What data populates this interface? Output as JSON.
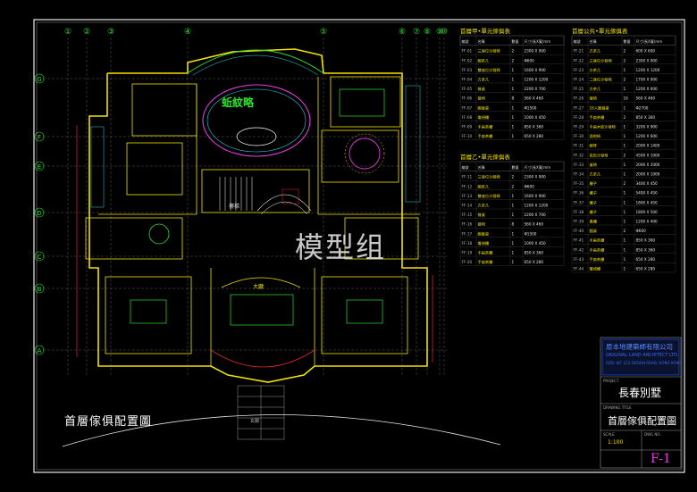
{
  "watermark": "模型组",
  "plan": {
    "title": "首層傢俱配置圖",
    "room_labels": {
      "pool": "蚯紋略",
      "stair": "樓梯",
      "hall": "大廳",
      "entrance": "玄關"
    },
    "col_markers": [
      "①",
      "②",
      "③",
      "④",
      "⑤",
      "⑥",
      "⑦",
      "⑧",
      "⑨",
      "⑩"
    ],
    "row_markers": [
      "G",
      "F",
      "E",
      "D",
      "C",
      "B",
      "A"
    ]
  },
  "tables": {
    "left_top_title": "首層甲•單元傢俱表",
    "left_bottom_title": "首層乙•單元傢俱表",
    "right_title": "首層公共•單元傢俱表",
    "header": [
      "編號",
      "名稱",
      "數量",
      "尺寸(長X寬)mm"
    ],
    "left_top_rows": [
      [
        "FF-01",
        "三座位沙發椅",
        "2",
        "2300 X 900"
      ],
      [
        "FF-02",
        "圓茶几",
        "2",
        "Φ600"
      ],
      [
        "FF-03",
        "雙座位沙發椅",
        "1",
        "1600 X 900"
      ],
      [
        "FF-04",
        "方茶几",
        "1",
        "1200 X 1200"
      ],
      [
        "FF-05",
        "餐桌",
        "1",
        "2200 X 700"
      ],
      [
        "FF-06",
        "餐椅",
        "8",
        "560 X 460"
      ],
      [
        "FF-07",
        "圓餐桌",
        "1",
        "Φ1500"
      ],
      [
        "FF-08",
        "電視櫃",
        "1",
        "1000 X 450"
      ],
      [
        "FF-09",
        "手扁茶櫃",
        "1",
        "850 X 360"
      ],
      [
        "FF-10",
        "手扁茶櫃",
        "1",
        "650 X 280"
      ]
    ],
    "left_bottom_rows": [
      [
        "FF-11",
        "三座位沙發椅",
        "2",
        "2300 X 900"
      ],
      [
        "FF-12",
        "圓茶几",
        "2",
        "Φ600"
      ],
      [
        "FF-13",
        "雙座位沙發椅",
        "1",
        "1600 X 900"
      ],
      [
        "FF-14",
        "方茶几",
        "1",
        "1200 X 1200"
      ],
      [
        "FF-15",
        "餐桌",
        "1",
        "2200 X 700"
      ],
      [
        "FF-16",
        "餐椅",
        "8",
        "560 X 460"
      ],
      [
        "FF-17",
        "圓餐桌",
        "1",
        "Φ1500"
      ],
      [
        "FF-18",
        "電視櫃",
        "1",
        "1000 X 450"
      ],
      [
        "FF-19",
        "手扁茶櫃",
        "1",
        "850 X 360"
      ],
      [
        "FF-20",
        "手扁茶櫃",
        "1",
        "650 X 280"
      ]
    ],
    "right_rows": [
      [
        "FF-21",
        "方茶几",
        "2",
        "600 X 600"
      ],
      [
        "FF-22",
        "三座位沙發椅",
        "2",
        "2300 X 900"
      ],
      [
        "FF-23",
        "方茶几",
        "1",
        "1200 X 1200"
      ],
      [
        "FF-24",
        "二座位沙發椅",
        "2",
        "1700 X 900"
      ],
      [
        "FF-25",
        "方茶几",
        "1",
        "1200 X 600"
      ],
      [
        "FF-26",
        "餐椅",
        "16",
        "560 X 460"
      ],
      [
        "FF-27",
        "16人圓餐桌",
        "1",
        "Φ2700"
      ],
      [
        "FF-28",
        "手扁茶櫃",
        "2",
        "850 X 360"
      ],
      [
        "FF-29",
        "手扁木紋沙發椅",
        "1",
        "3200 X 900"
      ],
      [
        "FF-30",
        "酒吧椅",
        "1",
        "1200 X 600"
      ],
      [
        "FF-31",
        "鋼琴",
        "1",
        "2000 X 1400"
      ],
      [
        "FF-32",
        "長形沙發椅",
        "2",
        "4500 X 1000"
      ],
      [
        "FF-33",
        "桌椅",
        "1",
        "2000 X 2000"
      ],
      [
        "FF-34",
        "方茶几",
        "1",
        "2000 X 1000"
      ],
      [
        "FF-35",
        "櫃子",
        "2",
        "3400 X 450"
      ],
      [
        "FF-36",
        "櫃子",
        "1",
        "5400 X 450"
      ],
      [
        "FF-37",
        "櫃子",
        "1",
        "1800 X 450"
      ],
      [
        "FF-38",
        "櫃子",
        "1",
        "1800 X 500"
      ],
      [
        "FF-39",
        "貴櫃",
        "1",
        "1200 X 400"
      ],
      [
        "FF-40",
        "圓桌",
        "2",
        "Φ600"
      ],
      [
        "FF-41",
        "手扁茶櫃",
        "1",
        "850 X 360"
      ],
      [
        "FF-42",
        "手扁茶櫃",
        "1",
        "850 X 360"
      ],
      [
        "FF-43",
        "手扁茶櫃",
        "1",
        "650 X 280"
      ],
      [
        "FF-44",
        "電視櫃",
        "1",
        "650 X 280"
      ]
    ]
  },
  "title_block": {
    "company": "原本地建築師有限公司",
    "company_en": "ORIGINAL LAND ARCHITECT LTD.",
    "company_addr": "ADD: 8/F. 123 DESIGN ROAD, HONG KONG",
    "project_label": "PROJECT",
    "project": "長春別墅",
    "drawing_label": "DRAWING TITLE",
    "drawing": "首層傢俱配置圖",
    "scale_label": "SCALE",
    "scale": "1:100",
    "sheet_label": "DWG NO.",
    "sheet": "F-1"
  },
  "colors": {
    "border": "#e8e8e8",
    "yellow": "#f2e200",
    "green": "#2ee02e",
    "cyan": "#2ad8e8",
    "magenta": "#e03ce0",
    "red": "#e02a2a",
    "white": "#ffffff",
    "logo_blue": "#1e4fcf"
  }
}
